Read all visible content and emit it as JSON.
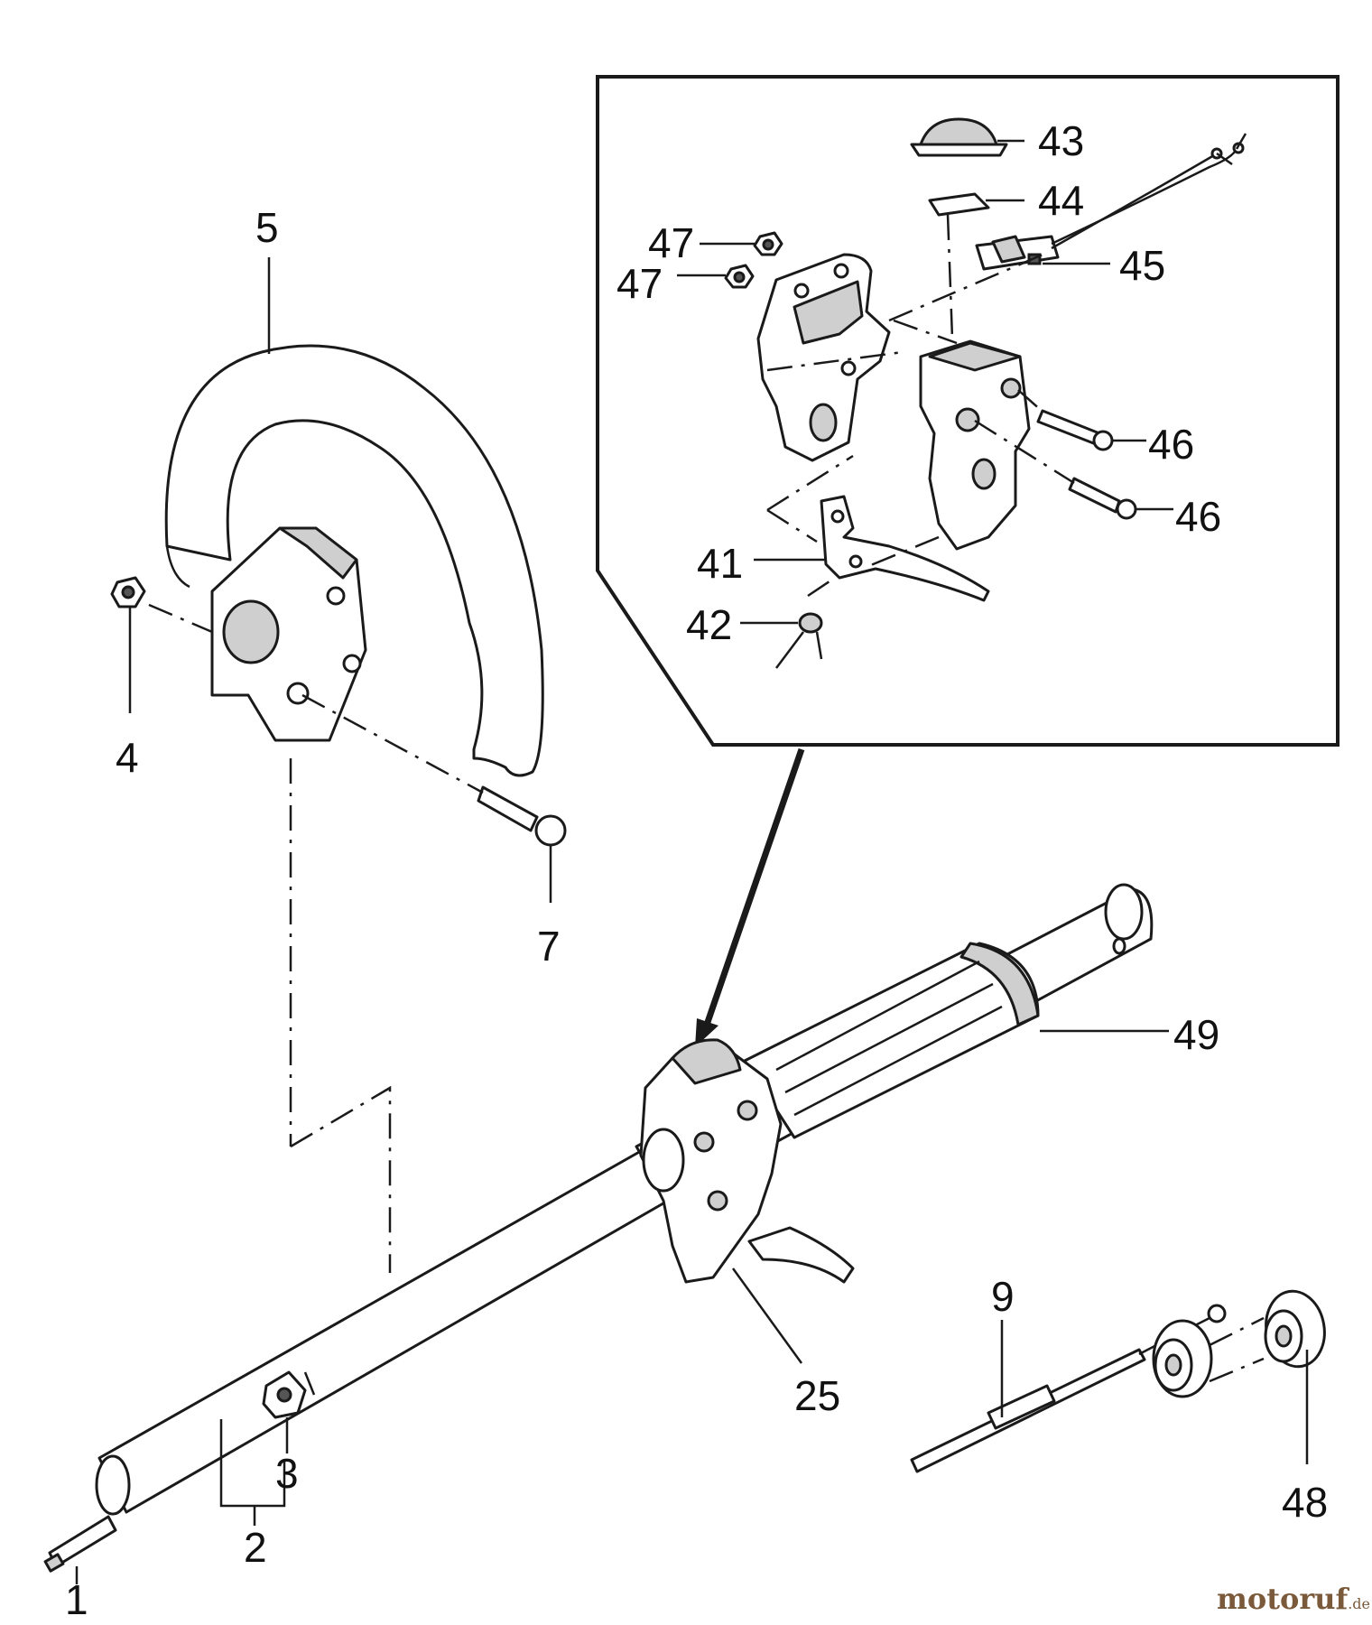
{
  "labels": {
    "p1": "1",
    "p2": "2",
    "p3": "3",
    "p4": "4",
    "p5": "5",
    "p7": "7",
    "p9": "9",
    "p25": "25",
    "p41": "41",
    "p42": "42",
    "p43": "43",
    "p44": "44",
    "p45": "45",
    "p46a": "46",
    "p46b": "46",
    "p47a": "47",
    "p47b": "47",
    "p48": "48",
    "p49": "49"
  },
  "watermark": {
    "brand": "motoruf",
    "tld": ".de"
  },
  "colors": {
    "line": "#1a1a1a",
    "watermark_text": "#7a5a3a",
    "watermark_dot": "#e07a10"
  }
}
